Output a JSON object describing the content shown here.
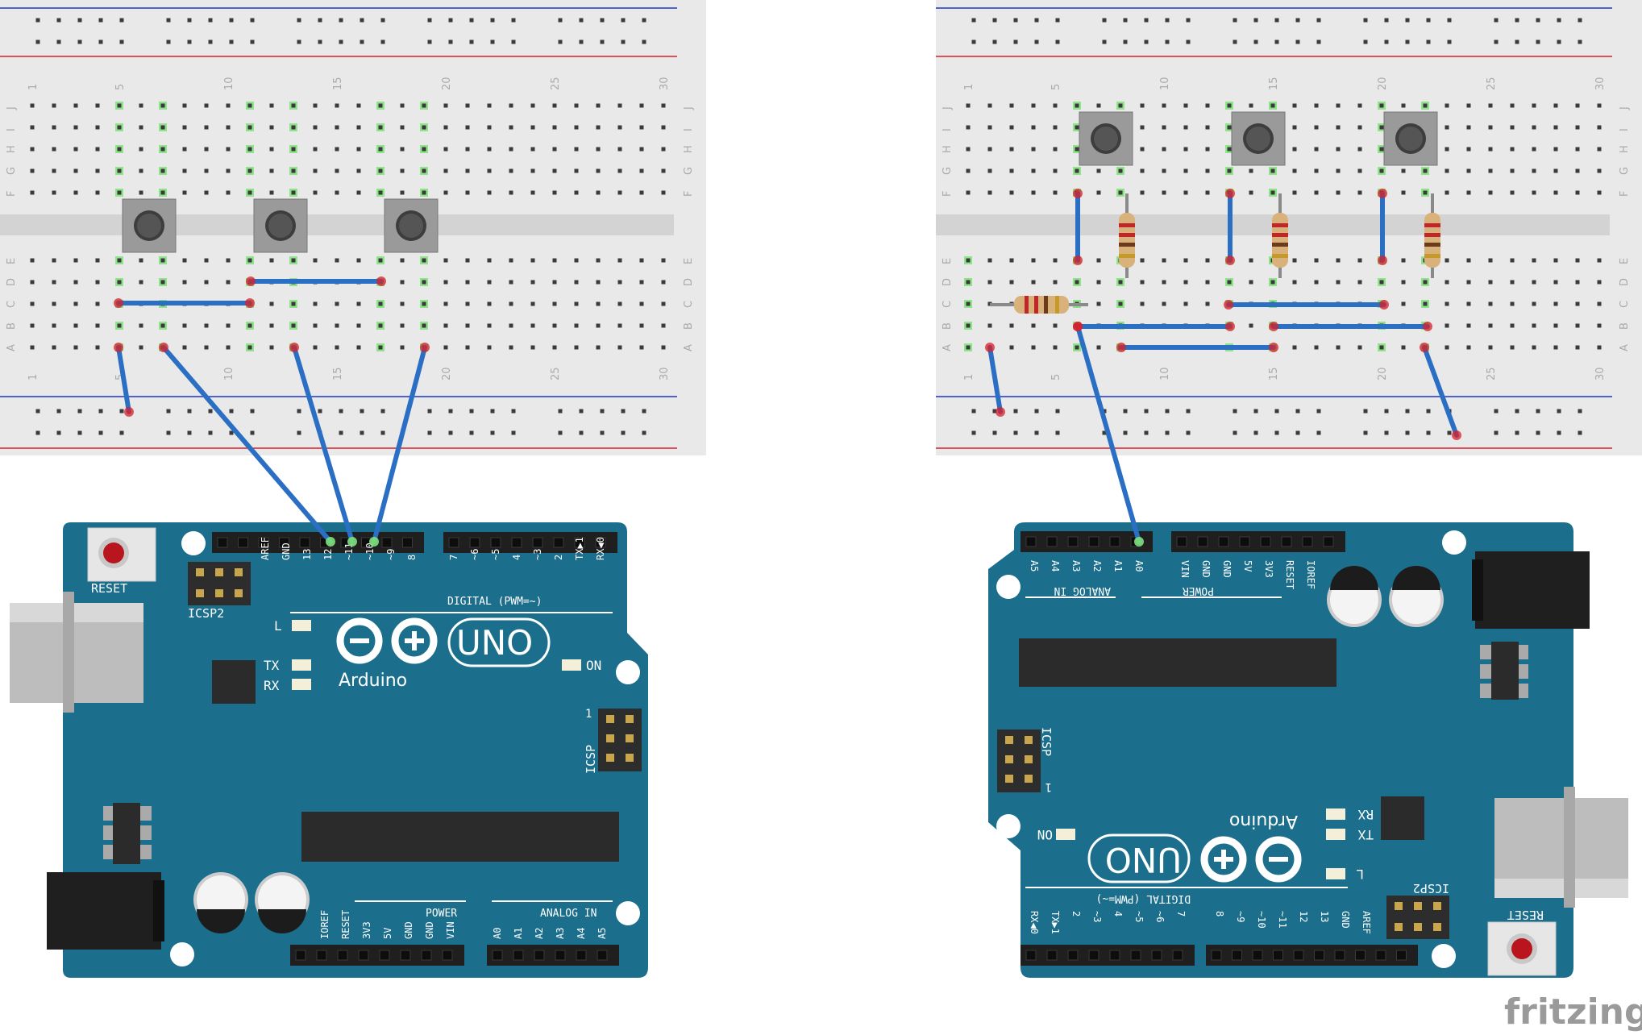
{
  "breadboard": {
    "column_numbers": [
      "1",
      "5",
      "10",
      "15",
      "20",
      "25",
      "30"
    ],
    "row_letters_top": [
      "J",
      "I",
      "H",
      "G",
      "F"
    ],
    "row_letters_bottom": [
      "E",
      "D",
      "C",
      "B",
      "A"
    ]
  },
  "left_board": {
    "reset_label": "RESET",
    "icsp2_label": "ICSP2",
    "icsp_label": "ICSP",
    "pin1_label": "1",
    "digital_pins": [
      "AREF",
      "GND",
      "13",
      "12",
      "~11",
      "~10",
      "~9",
      "8"
    ],
    "digital_pins_2": [
      "7",
      "~6",
      "~5",
      "4",
      "~3",
      "2",
      "TX▶1",
      "RX◀0"
    ],
    "digital_label": "DIGITAL (PWM=~)",
    "l_label": "L",
    "tx_label": "TX",
    "rx_label": "RX",
    "on_label": "ON",
    "brand": "Arduino",
    "model": "UNO",
    "power_label": "POWER",
    "power_pins": [
      "IOREF",
      "RESET",
      "3V3",
      "5V",
      "GND",
      "GND",
      "VIN"
    ],
    "analog_label": "ANALOG IN",
    "analog_pins": [
      "A0",
      "A1",
      "A2",
      "A3",
      "A4",
      "A5"
    ]
  },
  "right_board": {
    "analog_label": "ANALOG IN",
    "analog_pins": [
      "A5",
      "A4",
      "A3",
      "A2",
      "A1",
      "A0"
    ],
    "power_label": "POWER",
    "power_pins": [
      "VIN",
      "GND",
      "GND",
      "5V",
      "3V3",
      "RESET",
      "IOREF"
    ],
    "icsp_label": "ICSP",
    "pin1_label": "1",
    "on_label": "ON",
    "rx_label": "RX",
    "tx_label": "TX",
    "l_label": "L",
    "brand": "Arduino",
    "model": "UNO",
    "digital_label": "DIGITAL (PWM=~)",
    "digital_pins": [
      "RX◀0",
      "TX▶1",
      "2",
      "~3",
      "4",
      "~5",
      "~6",
      "7"
    ],
    "digital_pins_2": [
      "8",
      "~9",
      "~10",
      "~11",
      "12",
      "13",
      "GND",
      "AREF"
    ],
    "icsp2_label": "ICSP2",
    "reset_label": "RESET"
  },
  "watermark": "fritzing",
  "colors": {
    "board": "#1b6e8c",
    "breadboard": "#e9e9e9",
    "wire": "#2b6fc4",
    "rail_red": "#d9202a",
    "rail_blue": "#1c35c8",
    "highlight": "#8fe38a"
  }
}
